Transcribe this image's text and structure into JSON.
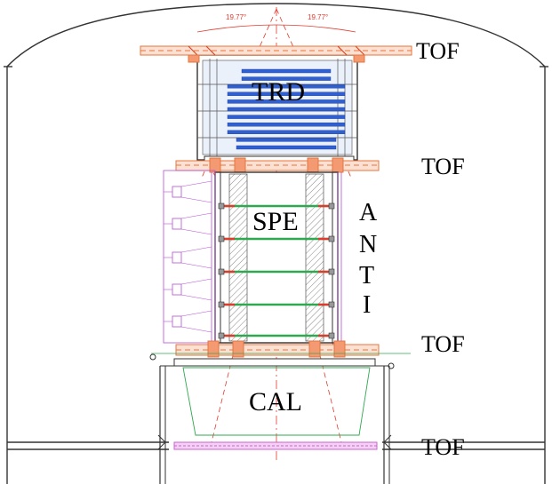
{
  "labels": {
    "trd": "TRD",
    "spe": "SPE",
    "cal": "CAL",
    "anti_letters": [
      "A",
      "N",
      "T",
      "I"
    ],
    "tof": [
      "TOF",
      "TOF",
      "TOF",
      "TOF"
    ]
  },
  "angles": {
    "left": "19.77°",
    "right": "19.77°"
  },
  "colors": {
    "outline": "#333333",
    "tof_orange": "#e8743b",
    "trd_blue": "#2f5fd0",
    "trd_fill": "#cfe2f7",
    "anti_magenta": "#b54fd6",
    "plane_green": "#2fa84f",
    "centerline_red": "#e23b2e",
    "cal_pink": "#d061d3"
  }
}
